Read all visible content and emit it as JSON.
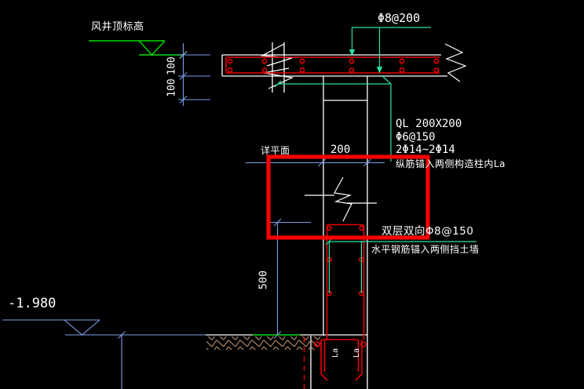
{
  "drawing": {
    "type": "structural-detail-section",
    "highlight": "red-box-annotation-around-wall-break"
  },
  "labels": {
    "shaft_top_elevation": "风井顶标高",
    "slab_top_rebar": "Φ8@200",
    "ring_beam_size": "QL 200X200",
    "ring_beam_stirrups": "Φ6@150",
    "ring_beam_bars": "2Φ14~2Φ14",
    "longitudinal_anchor_note": "纵筋锚入两侧构造柱内La",
    "see_plan": "详平面",
    "wall_mesh_rebar": "双层双向Φ8@150",
    "horizontal_anchor_note": "水平钢筋锚入两侧挡土墙",
    "anchorage_left": "La",
    "anchorage_right": "La"
  },
  "dimensions": {
    "slab_upper_100": "100",
    "beam_lower_100": "100",
    "wall_thickness_200": "200",
    "wall_height_500": "500",
    "ground_elevation": "-1.980"
  },
  "colors": {
    "background": "#000000",
    "structure_white": "#ffffff",
    "rebar_red": "#e60000",
    "highlight_red": "#ff0000",
    "elevation_green": "#00dd00",
    "leader_cyan_green": "#2be0a8",
    "dimension_blue": "#7d9ee8",
    "earth_hatch_tan": "#c89c78"
  }
}
